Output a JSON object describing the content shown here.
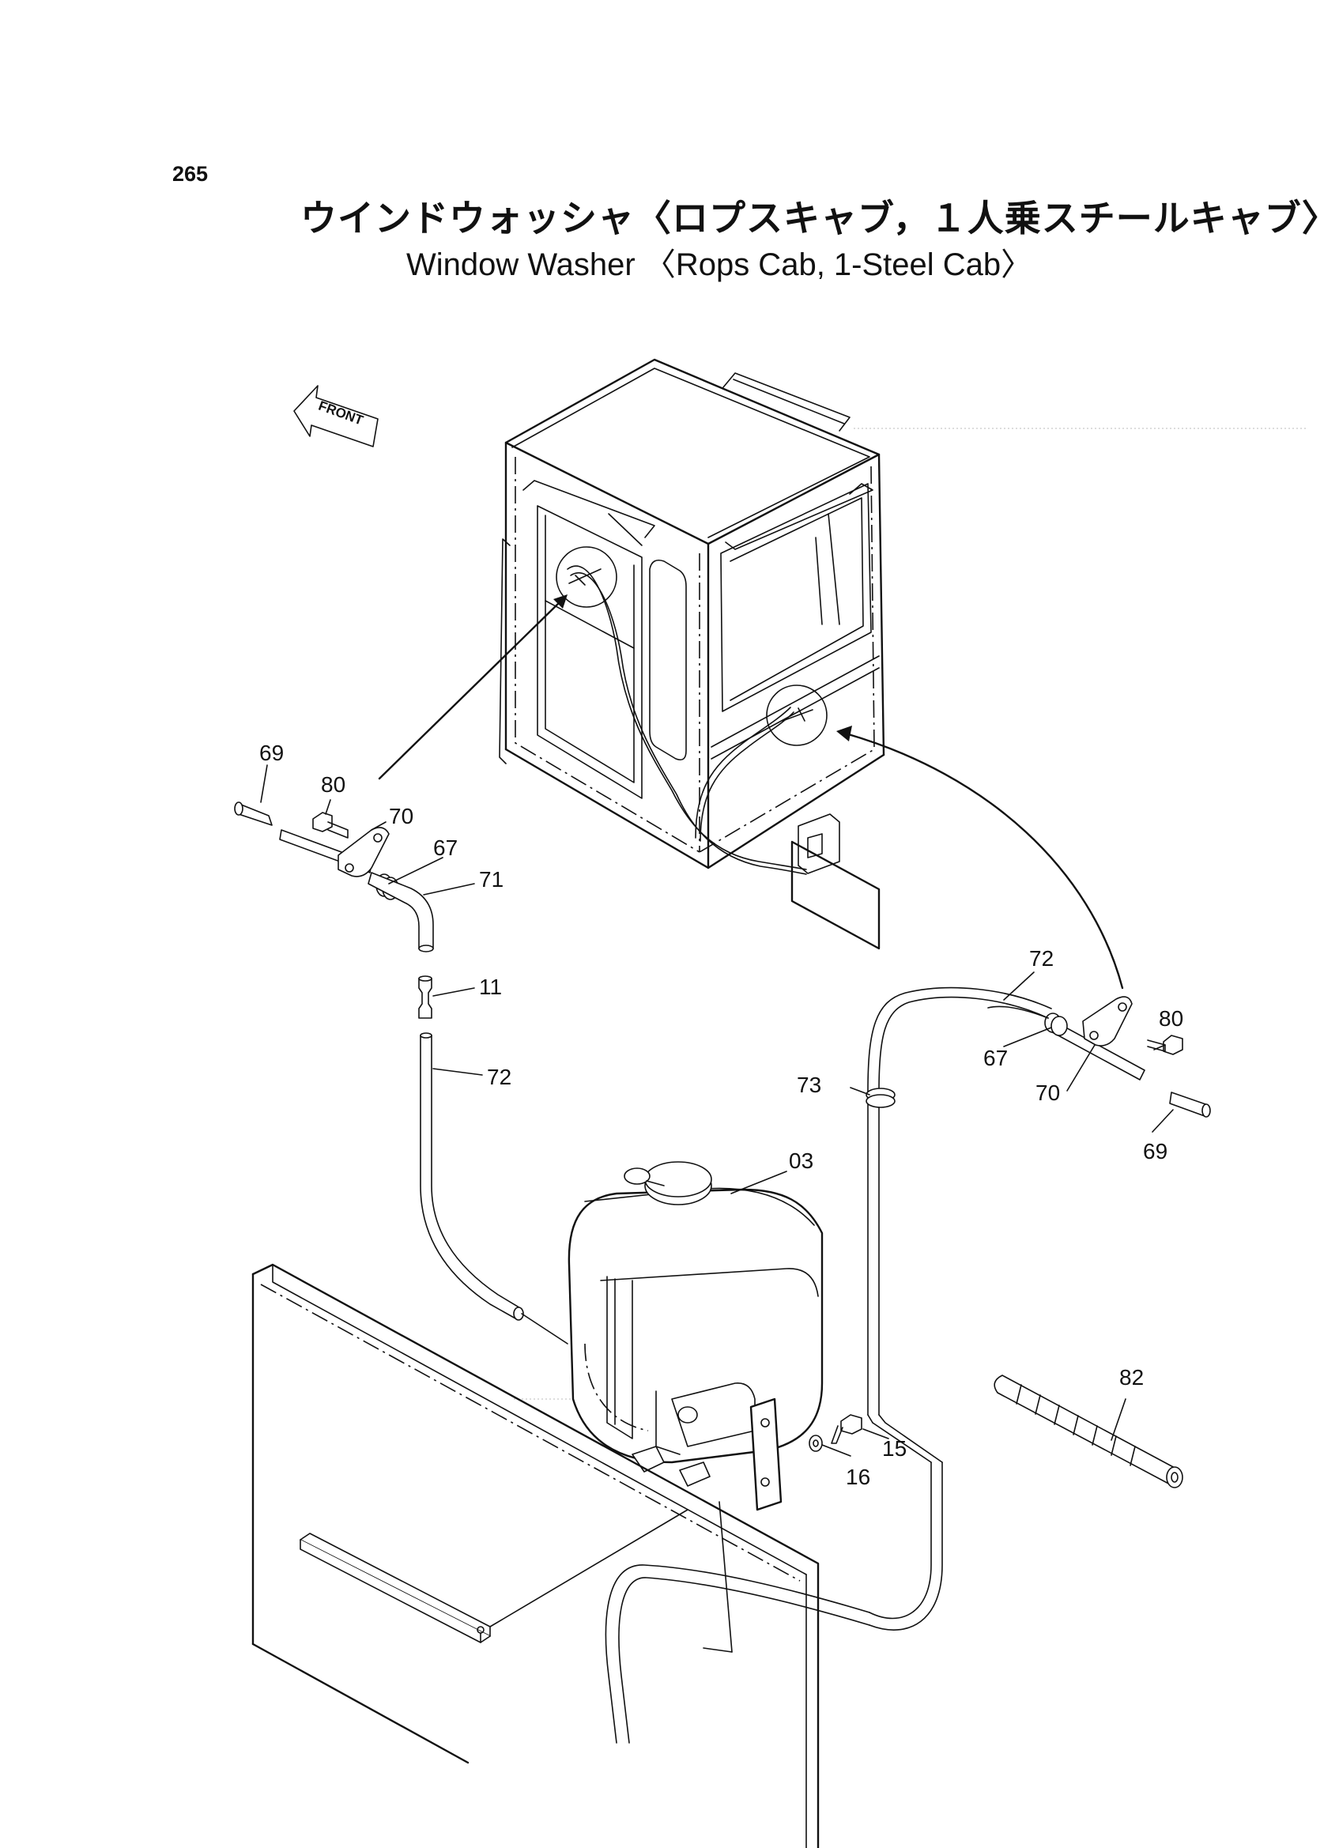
{
  "page": {
    "number": "265",
    "title_jp": "ウインドウォッシャ〈ロプスキャブ，１人乗スチールキャブ〉",
    "title_en": "Window Washer 〈Rops Cab, 1-Steel Cab〉"
  },
  "front_label": "FRONT",
  "callouts": {
    "c69_left": "69",
    "c80_left": "80",
    "c70_left": "70",
    "c67_left": "67",
    "c71": "71",
    "c11": "11",
    "c72_left": "72",
    "c03": "03",
    "c72_right": "72",
    "c80_right": "80",
    "c67_right": "67",
    "c70_right": "70",
    "c73": "73",
    "c69_right": "69",
    "c82": "82",
    "c15": "15",
    "c16": "16"
  }
}
